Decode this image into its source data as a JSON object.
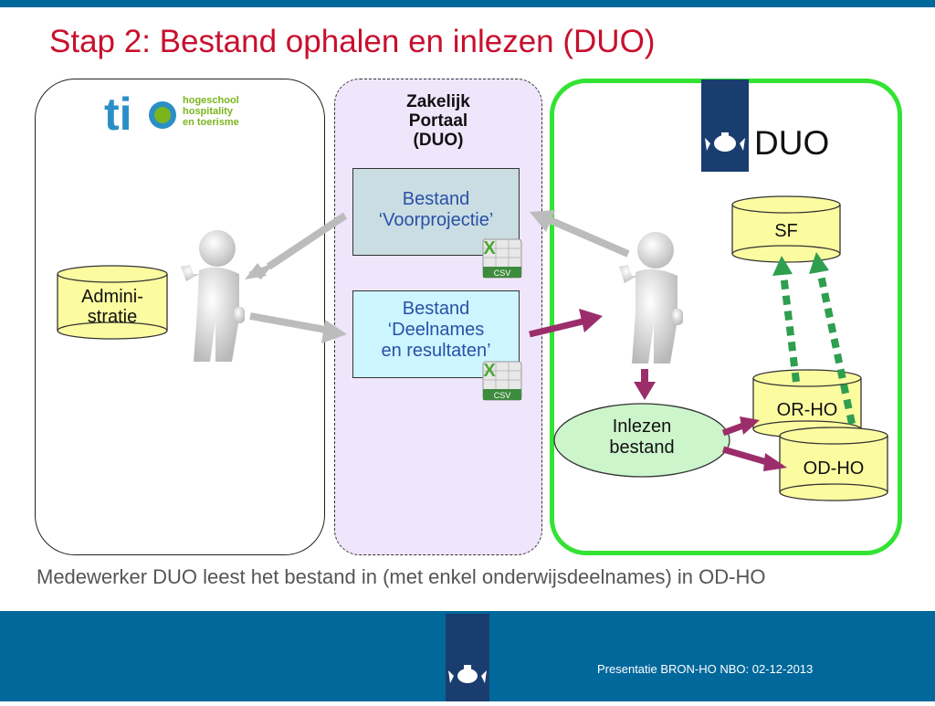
{
  "slide": {
    "title": "Stap 2: Bestand ophalen en inlezen (DUO)",
    "caption": "Medewerker DUO leest het bestand in (met enkel onderwijsdeelnames) in OD-HO",
    "footer": "Presentatie BRON-HO NBO: 02-12-2013"
  },
  "left_panel": {
    "logo_text": "tio",
    "logo_subtitle": "hogeschool\nhospitality\nen toerisme",
    "database": "Admini-\nstratie"
  },
  "middle_panel": {
    "title": "Zakelijk\nPortaal\n(DUO)",
    "file1": "Bestand\n‘Voorprojectie’",
    "file2": "Bestand\n‘Deelnames\nen resultaten’",
    "csv_label": "CSV",
    "csv_letter": "X"
  },
  "right_panel": {
    "org_name": "DUO",
    "db_sf": "SF",
    "db_orho": "OR-HO",
    "db_odho": "OD-HO",
    "process": "Inlezen\nbestand"
  },
  "colors": {
    "title": "#c8102e",
    "bar": "#01689b",
    "green_border": "#33e333",
    "purple_arrow": "#9b2d6b",
    "green_dash": "#2e9e4f",
    "cylinder": "#fbfba0"
  }
}
